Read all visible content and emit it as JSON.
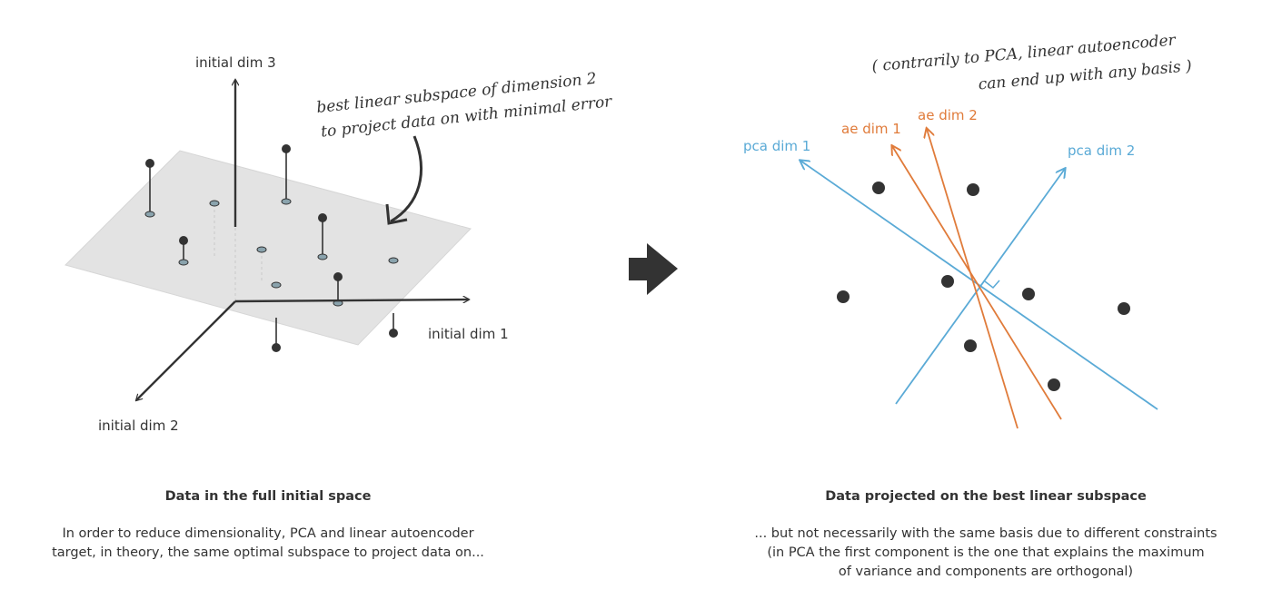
{
  "left": {
    "axis_x_label": "initial dim 1",
    "axis_y_label": "initial dim 2",
    "axis_z_label": "initial dim 3",
    "annotation_lines": [
      "best linear subspace of dimension 2",
      "to project data on with minimal error"
    ],
    "caption_title": "Data in the full initial space",
    "caption_lines": [
      "In order to reduce dimensionality, PCA and linear autoencoder",
      "target, in theory, the same optimal subspace to project data on..."
    ]
  },
  "right": {
    "note_lines": [
      "( contrarily to PCA, linear autoencoder",
      "can end up with any basis )"
    ],
    "pca_dim_1": "pca dim 1",
    "pca_dim_2": "pca dim 2",
    "ae_dim_1": "ae dim 1",
    "ae_dim_2": "ae dim 2",
    "caption_title": "Data projected on the best linear subspace",
    "caption_lines": [
      "... but not necessarily with the same basis due to different constraints",
      "(in PCA the first component is the one that explains the maximum",
      "of variance and components are orthogonal)"
    ]
  },
  "colors": {
    "pca": "#5aaad6",
    "ae": "#e07b3a",
    "dark": "#333333",
    "plane": "#e3e3e3"
  }
}
